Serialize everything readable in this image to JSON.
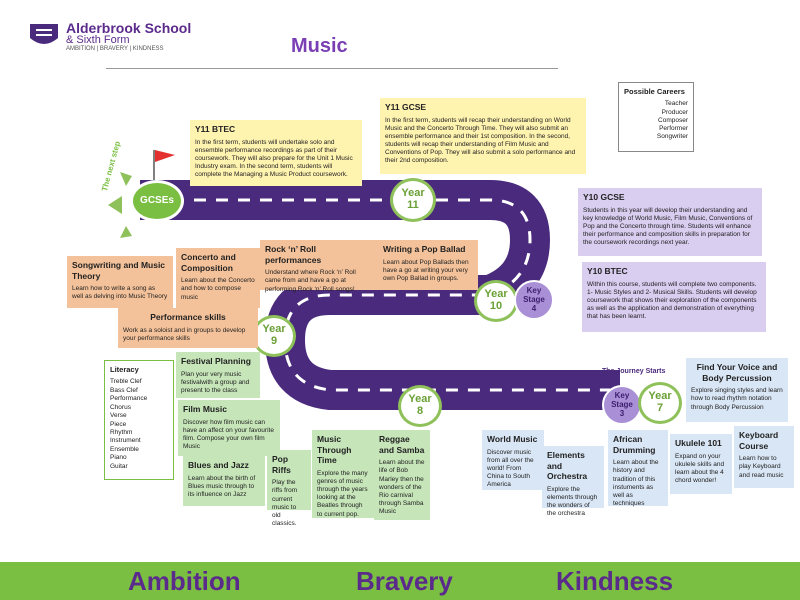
{
  "school": {
    "name": "Alderbrook School",
    "name2": "& Sixth Form",
    "motto": "AMBITION | BRAVERY | KINDNESS"
  },
  "title": "Music",
  "careers": {
    "title": "Possible Careers",
    "items": [
      "Teacher",
      "Producer",
      "Composer",
      "Performer",
      "Songwriter"
    ]
  },
  "literacy": {
    "title": "Literacy",
    "items": [
      "Treble Clef",
      "Bass Clef",
      "Performance",
      "Chorus",
      "Verse",
      "Piece",
      "Rhythm",
      "Instrument",
      "Ensemble",
      "Piano",
      "Guitar"
    ]
  },
  "road": {
    "gcses": "GCSEs",
    "next_step": "The next step",
    "journey_starts": "The Journey Starts",
    "stops": [
      {
        "year": "Year",
        "num": "11"
      },
      {
        "year": "Year",
        "num": "10"
      },
      {
        "year": "Year",
        "num": "9"
      },
      {
        "year": "Year",
        "num": "8"
      },
      {
        "year": "Year",
        "num": "7"
      }
    ],
    "ks4": [
      "Key",
      "Stage",
      "4"
    ],
    "ks3": [
      "Key",
      "Stage",
      "3"
    ]
  },
  "boxes": {
    "y11btec": {
      "title": "Y11 BTEC",
      "text": "In the first term, students will undertake solo and ensemble performance recordings as part of their coursework. They will also prepare for the Unit 1 Music Industry exam. In the second term, students will complete the Managing a Music Product coursework."
    },
    "y11gcse": {
      "title": "Y11 GCSE",
      "text": "In the first term, students will recap their understanding on World Music and the Concerto Through Time. They will also submit an ensemble performance and their 1st composition. In the second, students will recap their understanding of Film Music and Conventions of Pop. They will also submit a solo performance and their 2nd composition."
    },
    "y10gcse": {
      "title": "Y10 GCSE",
      "text": "Students in this year will develop their understanding and key knowledge of World Music, Film Music, Conventions of Pop and the Concerto through time. Students will enhance their performance and composition skills in preparation for the coursework recordings next year."
    },
    "y10btec": {
      "title": "Y10 BTEC",
      "text": "Within this course, students will complete two components. 1- Music Styles and 2- Musical Skills. Students will develop coursework that shows their exploration of the components as well as the application and demonstration of everything that has been learnt."
    },
    "songwriting": {
      "title": "Songwriting and Music Theory",
      "text": "Learn how to write a song as well as delving into Music Theory"
    },
    "concerto": {
      "title": "Concerto and Composition",
      "text": "Learn about the Concerto and how to compose music"
    },
    "rocknroll": {
      "title": "Rock ‘n’ Roll performances",
      "text": "Understand where Rock ‘n’ Roll came from and have a go at performing Rock ‘n’ Roll songs!"
    },
    "popballad": {
      "title": "Writing a Pop Ballad",
      "text": "Learn about Pop Ballads then have a go at writing your very own Pop Ballad in groups."
    },
    "performance": {
      "title": "Performance skills",
      "text": "Work as a soloist and in groups to develop your performance skills"
    },
    "festival": {
      "title": "Festival Planning",
      "text": "Plan your very music festivalwith a group and present to the class"
    },
    "film": {
      "title": "Film Music",
      "text": "Discover how film music can have an affect on your favourite film. Compose your own film Music"
    },
    "blues": {
      "title": "Blues and Jazz",
      "text": "Learn about the birth of Blues music through to its influence on Jazz"
    },
    "riffs": {
      "title": "Pop Riffs",
      "text": "Play the riffs from current music to old classics."
    },
    "musictime": {
      "title": "Music Through Time",
      "text": "Explore the many genres of music through the years looking at the Beatles through to current pop."
    },
    "reggae": {
      "title": "Reggae and Samba",
      "text": "Learn about the life of Bob Marley then the wonders of the Rio carnival through Samba Music"
    },
    "world": {
      "title": "World Music",
      "text": "Discover music from all over the world! From China to South America"
    },
    "elements": {
      "title": "Elements and Orchestra",
      "text": "Explore the elements through the wonders of the orchestra"
    },
    "african": {
      "title": "African Drumming",
      "text": "Learn about the history and tradition of this instuments as well as techniques"
    },
    "ukulele": {
      "title": "Ukulele 101",
      "text": "Expand on your ukulele skills and learn about the 4 chord wonder!"
    },
    "findvoice": {
      "title": "Find Your Voice and Body Percussion",
      "text": "Explore singing styles and learn how to read rhythm notation through Body Percussion"
    },
    "keyboard": {
      "title": "Keyboard Course",
      "text": "Learn how to play Keyboard and read music"
    }
  },
  "footer": [
    "Ambition",
    "Bravery",
    "Kindness"
  ],
  "colors": {
    "road": "#4a2a7d",
    "green": "#7bbf42",
    "title": "#7a3fb5"
  }
}
